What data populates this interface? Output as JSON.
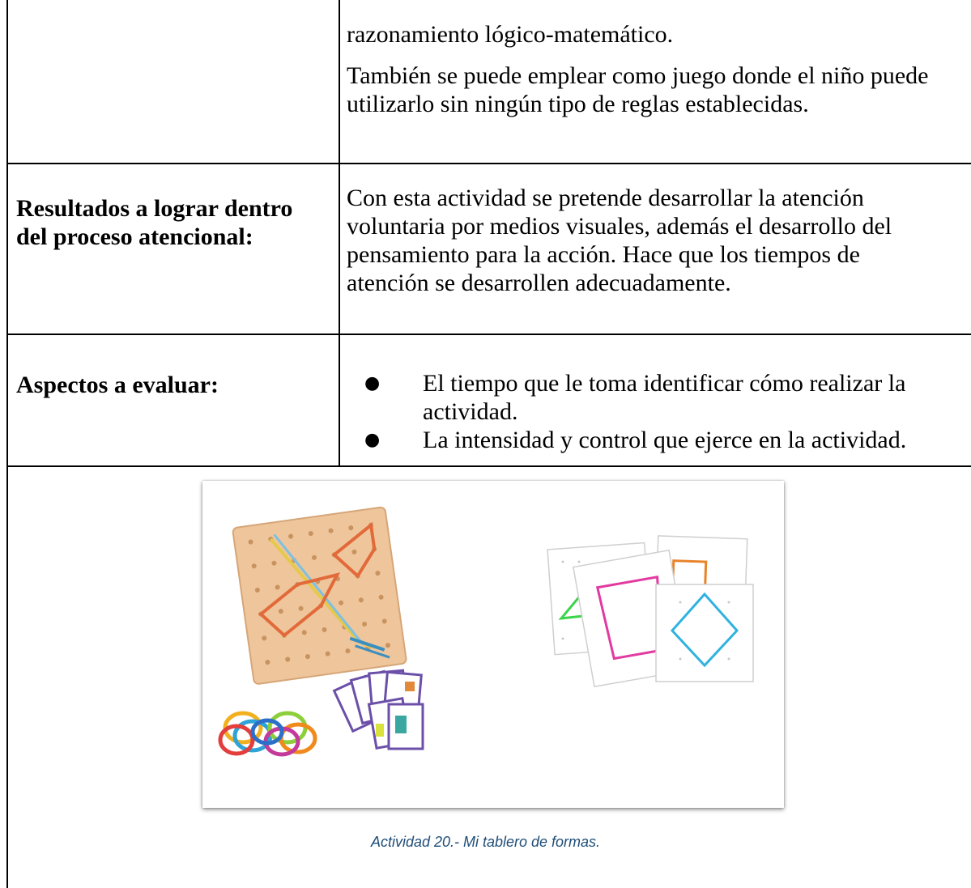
{
  "row_top": {
    "lines": [
      "razonamiento lógico-matemático.",
      "También se puede emplear como juego donde el niño puede utilizarlo sin ningún tipo de reglas establecidas."
    ]
  },
  "row_results": {
    "label": "Resultados a lograr dentro del proceso atencional:",
    "content": "Con esta actividad se pretende desarrollar la atención voluntaria por medios visuales, además el desarrollo del pensamiento para la acción. Hace que los tiempos de atención se desarrollen  adecuadamente."
  },
  "row_aspects": {
    "label": "Aspectos a evaluar:",
    "bullet_glyph": "●",
    "items": [
      "El tiempo que le toma identificar cómo realizar la actividad.",
      " La intensidad y control que ejerce en la actividad."
    ]
  },
  "figure": {
    "caption": "Actividad 20.- Mi tablero de formas."
  }
}
